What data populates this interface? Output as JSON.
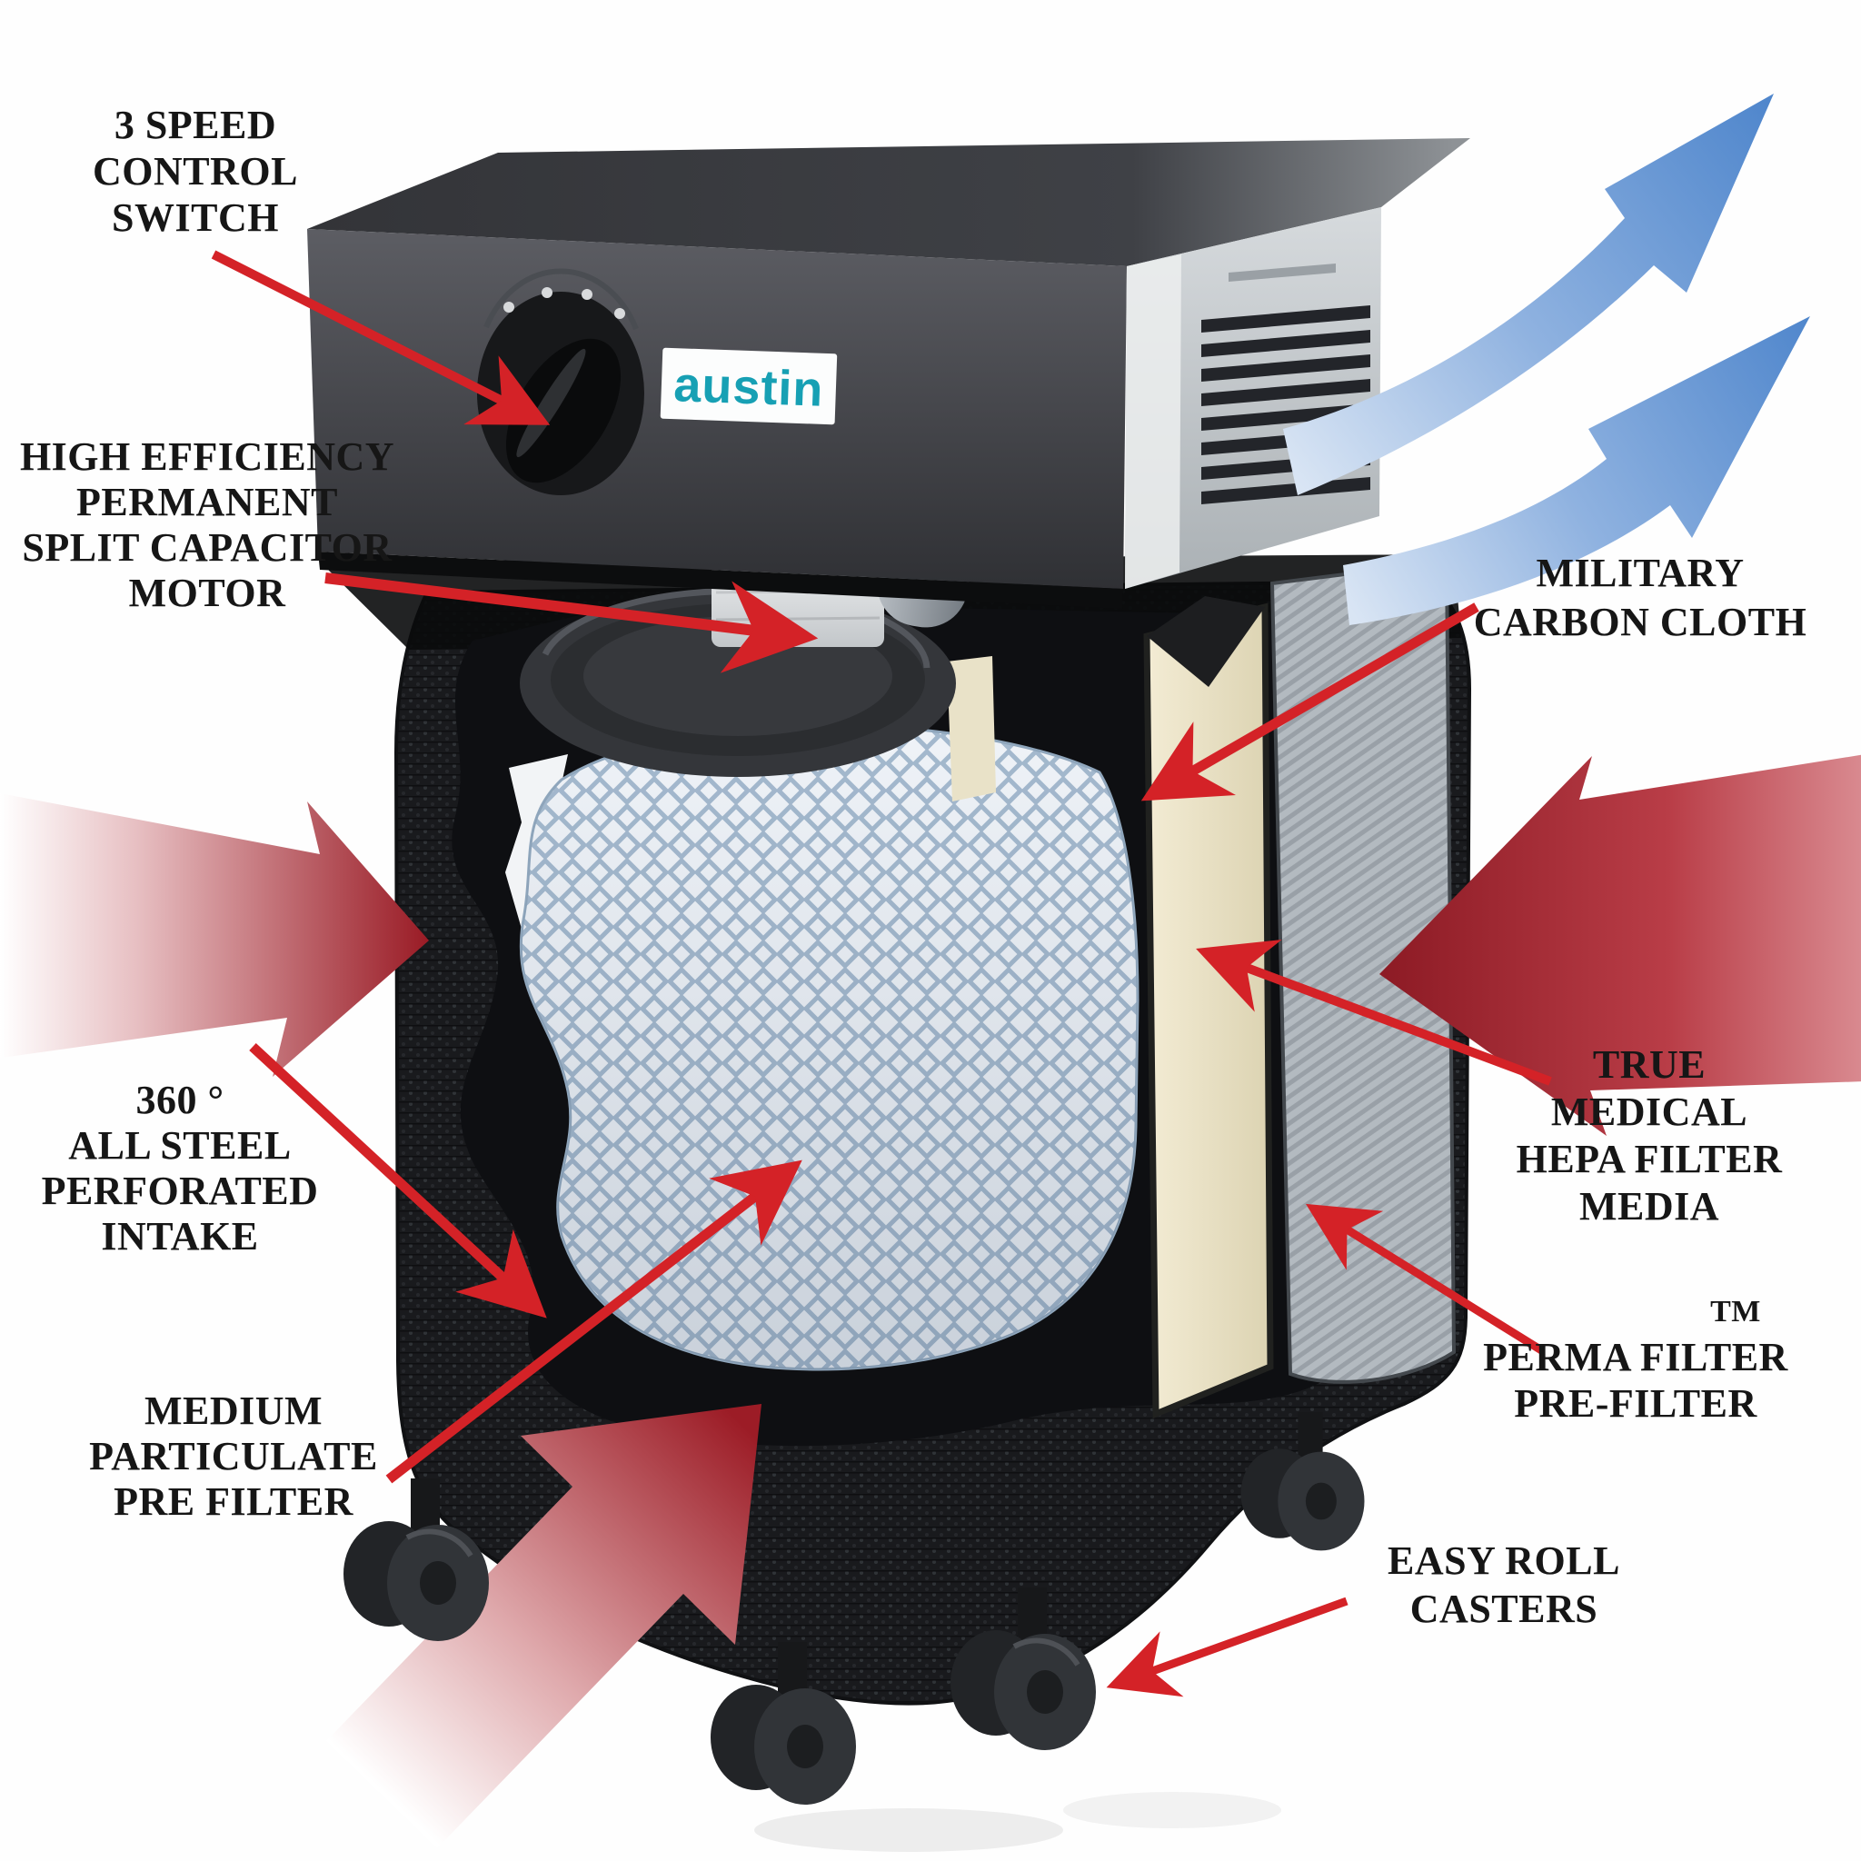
{
  "figure": {
    "type": "product-cutaway-diagram",
    "product": "Austin air purifier cutaway",
    "brand_logo": "austin",
    "callouts": [
      {
        "id": "speed-switch",
        "label": "3 SPEED\nCONTROL\nSWITCH"
      },
      {
        "id": "motor",
        "label": "HIGH EFFICIENCY\nPERMANENT\nSPLIT CAPACITOR\nMOTOR"
      },
      {
        "id": "carbon-cloth",
        "label": "MILITARY\nCARBON CLOTH"
      },
      {
        "id": "intake",
        "label": "360 °\nALL STEEL\nPERFORATED\nINTAKE"
      },
      {
        "id": "hepa-media",
        "label": "TRUE\nMEDICAL\nHEPA FILTER\nMEDIA"
      },
      {
        "id": "medium-prefilter",
        "label": "MEDIUM\nPARTICULATE\nPRE FILTER"
      },
      {
        "id": "perma-prefilter",
        "label": "PERMA FILTER\nPRE-FILTER",
        "trademark": "TM"
      },
      {
        "id": "casters",
        "label": "EASY ROLL\nCASTERS"
      }
    ],
    "colors": {
      "callout_text": "#161616",
      "callout_arrow_red": "#d42227",
      "flow_arrow_maroon": "#9c1c26",
      "flow_arrow_blue": "#5f92d2",
      "logo_teal": "#17a0b4",
      "cabinet_black": "#1b1c1f",
      "hepa_media_cream": "#ece4c9",
      "carbon_mesh_blue": "#a3b8cd"
    }
  }
}
